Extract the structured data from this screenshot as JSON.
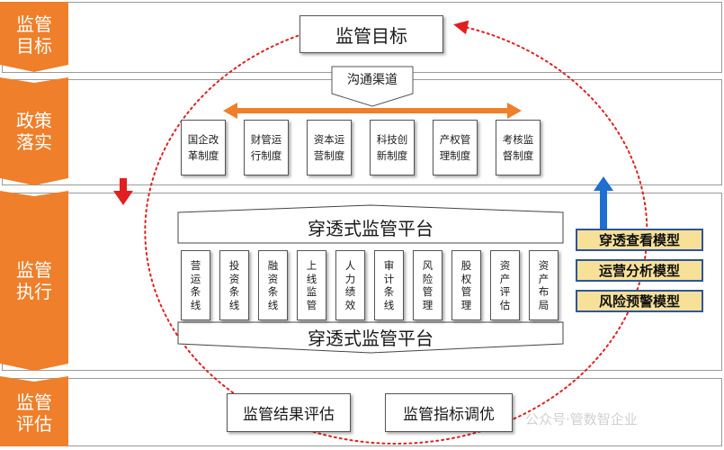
{
  "stages": [
    "监管目标",
    "政策落实",
    "监管执行",
    "监管评估"
  ],
  "goal": "监管目标",
  "channel": "沟通渠道",
  "policies": [
    "国企改革制度",
    "财管运行制度",
    "资本运营制度",
    "科技创新制度",
    "产权管理制度",
    "考核监督制度"
  ],
  "platform_top": "穿透式监管平台",
  "platform_bottom": "穿透式监管平台",
  "lines": [
    "营运条线",
    "投资条线",
    "融资条线",
    "上线监管",
    "人力绩效",
    "审计条线",
    "风险管理",
    "股权管理",
    "资产评估",
    "资产布局"
  ],
  "models": [
    "穿透查看模型",
    "运营分析模型",
    "风险预警模型"
  ],
  "evaluation": [
    "监管结果评估",
    "监管指标调优"
  ],
  "watermark": "公众号·管数智企业",
  "colors": {
    "orange": "#ef7f2a",
    "red": "#e02020",
    "blue": "#1f6fd0",
    "navy": "#2f5597",
    "yellow": "#f7e199"
  }
}
